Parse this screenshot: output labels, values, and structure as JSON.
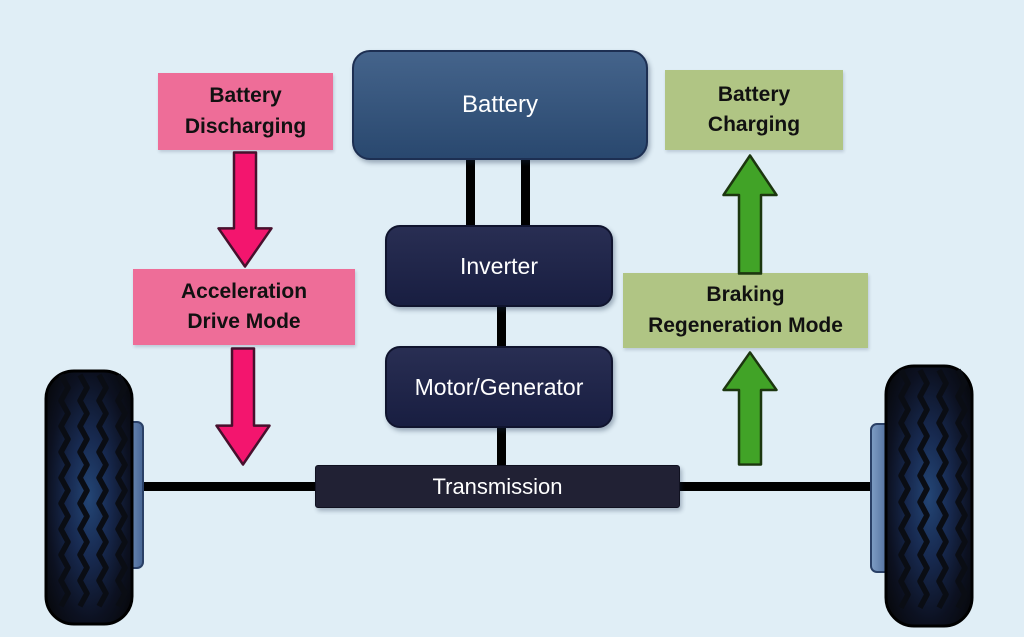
{
  "diagram": {
    "background_color": "#e0eef6",
    "nodes": {
      "battery": {
        "label": "Battery",
        "fill": "#2f527e",
        "text_color": "#ffffff"
      },
      "inverter": {
        "label": "Inverter",
        "fill": "#1b2148",
        "text_color": "#ffffff"
      },
      "motor_generator": {
        "label": "Motor/Generator",
        "fill": "#1b2148",
        "text_color": "#ffffff"
      },
      "transmission": {
        "label": "Transmission",
        "fill": "#212134",
        "text_color": "#ffffff"
      },
      "battery_discharging": {
        "lines": [
          "Battery",
          "Discharging"
        ],
        "fill": "#ee6d98",
        "text_color": "#111111"
      },
      "acceleration_drive_mode": {
        "lines": [
          "Acceleration",
          "Drive Mode"
        ],
        "fill": "#ee6d98",
        "text_color": "#111111"
      },
      "battery_charging": {
        "lines": [
          "Battery",
          "Charging"
        ],
        "fill": "#b0c584",
        "text_color": "#111111"
      },
      "braking_regeneration_mode": {
        "lines": [
          "Braking",
          "Regeneration Mode"
        ],
        "fill": "#b0c584",
        "text_color": "#111111"
      }
    },
    "arrows": {
      "discharge_flow_color": "#f3156e",
      "discharge_flow_outline": "#47102d",
      "regen_flow_color": "#41a327",
      "regen_flow_outline": "#1c360f"
    },
    "connector_color": "#000000"
  }
}
